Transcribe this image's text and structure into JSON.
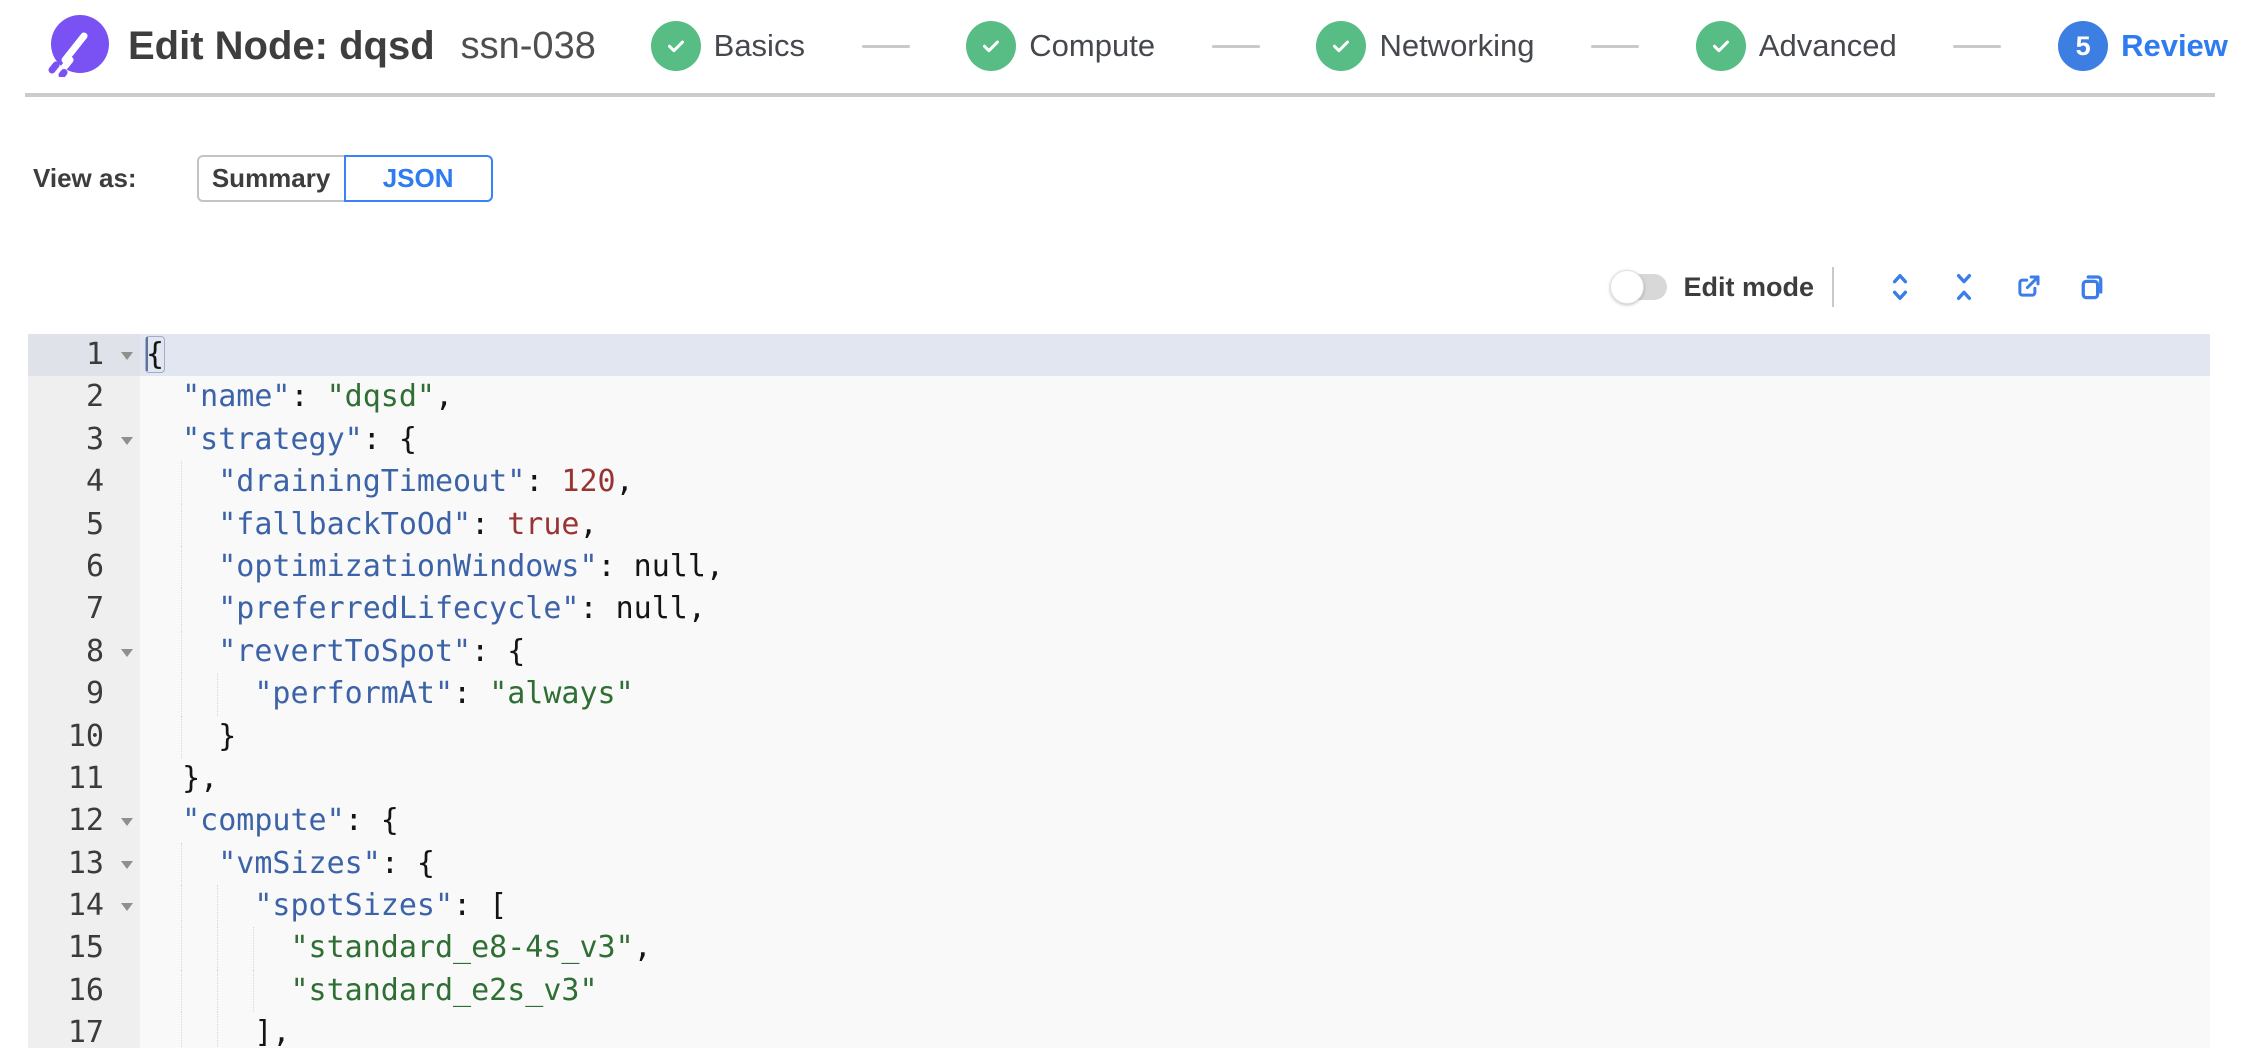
{
  "header": {
    "title": "Edit Node: dqsd",
    "subtitle": "ssn-038",
    "steps": [
      {
        "label": "Basics",
        "state": "done"
      },
      {
        "label": "Compute",
        "state": "done"
      },
      {
        "label": "Networking",
        "state": "done"
      },
      {
        "label": "Advanced",
        "state": "done"
      },
      {
        "label": "Review",
        "state": "active",
        "number": "5"
      }
    ]
  },
  "view_as": {
    "label": "View as:",
    "options": [
      {
        "label": "Summary",
        "selected": false
      },
      {
        "label": "JSON",
        "selected": true
      }
    ]
  },
  "toolbar": {
    "edit_mode_label": "Edit mode",
    "edit_mode_on": false,
    "icons": [
      "expand-all",
      "collapse-all",
      "export",
      "copy"
    ]
  },
  "editor": {
    "language": "json",
    "active_line": 1,
    "lines": [
      {
        "n": 1,
        "indent": 0,
        "fold": true,
        "active": true,
        "toks": [
          {
            "t": "p",
            "v": "{",
            "box": true,
            "cursor": true
          }
        ]
      },
      {
        "n": 2,
        "indent": 2,
        "toks": [
          {
            "t": "k",
            "v": "\"name\""
          },
          {
            "t": "p",
            "v": ": "
          },
          {
            "t": "s",
            "v": "\"dqsd\""
          },
          {
            "t": "p",
            "v": ","
          }
        ]
      },
      {
        "n": 3,
        "indent": 2,
        "fold": true,
        "toks": [
          {
            "t": "k",
            "v": "\"strategy\""
          },
          {
            "t": "p",
            "v": ": {"
          }
        ]
      },
      {
        "n": 4,
        "indent": 4,
        "toks": [
          {
            "t": "k",
            "v": "\"drainingTimeout\""
          },
          {
            "t": "p",
            "v": ": "
          },
          {
            "t": "n",
            "v": "120"
          },
          {
            "t": "p",
            "v": ","
          }
        ]
      },
      {
        "n": 5,
        "indent": 4,
        "toks": [
          {
            "t": "k",
            "v": "\"fallbackToOd\""
          },
          {
            "t": "p",
            "v": ": "
          },
          {
            "t": "b",
            "v": "true"
          },
          {
            "t": "p",
            "v": ","
          }
        ]
      },
      {
        "n": 6,
        "indent": 4,
        "toks": [
          {
            "t": "k",
            "v": "\"optimizationWindows\""
          },
          {
            "t": "p",
            "v": ": "
          },
          {
            "t": "z",
            "v": "null"
          },
          {
            "t": "p",
            "v": ","
          }
        ]
      },
      {
        "n": 7,
        "indent": 4,
        "toks": [
          {
            "t": "k",
            "v": "\"preferredLifecycle\""
          },
          {
            "t": "p",
            "v": ": "
          },
          {
            "t": "z",
            "v": "null"
          },
          {
            "t": "p",
            "v": ","
          }
        ]
      },
      {
        "n": 8,
        "indent": 4,
        "fold": true,
        "toks": [
          {
            "t": "k",
            "v": "\"revertToSpot\""
          },
          {
            "t": "p",
            "v": ": {"
          }
        ]
      },
      {
        "n": 9,
        "indent": 6,
        "toks": [
          {
            "t": "k",
            "v": "\"performAt\""
          },
          {
            "t": "p",
            "v": ": "
          },
          {
            "t": "s",
            "v": "\"always\""
          }
        ]
      },
      {
        "n": 10,
        "indent": 4,
        "toks": [
          {
            "t": "p",
            "v": "}"
          }
        ]
      },
      {
        "n": 11,
        "indent": 2,
        "toks": [
          {
            "t": "p",
            "v": "},"
          }
        ]
      },
      {
        "n": 12,
        "indent": 2,
        "fold": true,
        "toks": [
          {
            "t": "k",
            "v": "\"compute\""
          },
          {
            "t": "p",
            "v": ": {"
          }
        ]
      },
      {
        "n": 13,
        "indent": 4,
        "fold": true,
        "toks": [
          {
            "t": "k",
            "v": "\"vmSizes\""
          },
          {
            "t": "p",
            "v": ": {"
          }
        ]
      },
      {
        "n": 14,
        "indent": 6,
        "fold": true,
        "toks": [
          {
            "t": "k",
            "v": "\"spotSizes\""
          },
          {
            "t": "p",
            "v": ": ["
          }
        ]
      },
      {
        "n": 15,
        "indent": 8,
        "toks": [
          {
            "t": "s",
            "v": "\"standard_e8-4s_v3\""
          },
          {
            "t": "p",
            "v": ","
          }
        ]
      },
      {
        "n": 16,
        "indent": 8,
        "toks": [
          {
            "t": "s",
            "v": "\"standard_e2s_v3\""
          }
        ]
      },
      {
        "n": 17,
        "indent": 6,
        "toks": [
          {
            "t": "p",
            "v": "],"
          }
        ]
      }
    ]
  },
  "colors": {
    "brand_purple": "#7a52f4",
    "step_done_green": "#57bd85",
    "step_active_blue": "#3d7ee2",
    "accent_blue": "#2e7cf0",
    "icon_blue": "#3b7de9",
    "editor_bg": "#f9f9f9",
    "gutter_bg": "#efefef",
    "active_line_bg": "#e2e6f0",
    "syntax_key": "#3c63a8",
    "syntax_string": "#2f6f33",
    "syntax_number": "#993434",
    "syntax_plain": "#141414"
  }
}
